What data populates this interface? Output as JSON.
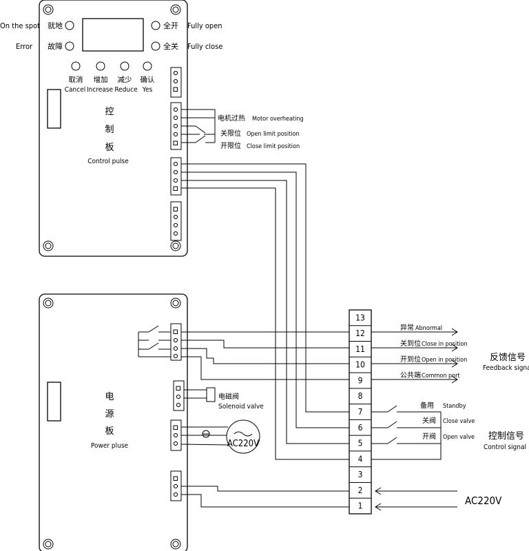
{
  "control_board": {
    "title_cn": [
      "控",
      "制",
      "板"
    ],
    "title_en": "Control pulse",
    "indicators": {
      "on_spot_en": "On the spot",
      "on_spot_cn": "就地",
      "error_en": "Error",
      "error_cn": "故障",
      "fully_open_cn": "全开",
      "fully_open_en": "Fully open",
      "fully_close_cn": "全关",
      "fully_close_en": "Fully close"
    },
    "buttons": [
      {
        "cn": "取消",
        "en": "Cancel"
      },
      {
        "cn": "增加",
        "en": "Increase"
      },
      {
        "cn": "减少",
        "en": "Reduce"
      },
      {
        "cn": "确认",
        "en": "Yes"
      }
    ],
    "inputs": [
      {
        "cn": "电机过热",
        "en": "Motor overheating"
      },
      {
        "cn": "关限位",
        "en": "Open limit position"
      },
      {
        "cn": "开限位",
        "en": "Close limit position"
      }
    ]
  },
  "power_board": {
    "title_cn": [
      "电",
      "源",
      "板"
    ],
    "title_en": "Power pluse",
    "solenoid_cn": "电磁阀",
    "solenoid_en": "Solenoid valve",
    "motor_label": "AC220V"
  },
  "terminal_block": {
    "numbers": [
      "13",
      "12",
      "11",
      "10",
      "9",
      "8",
      "7",
      "6",
      "5",
      "4",
      "3",
      "2",
      "1"
    ]
  },
  "feedback": {
    "signals": [
      {
        "cn": "异常",
        "en": "Abnormal"
      },
      {
        "cn": "关到位",
        "en": "Close in position"
      },
      {
        "cn": "开到位",
        "en": "Open in position"
      },
      {
        "cn": "公共端",
        "en": "Common port"
      }
    ],
    "group_cn": "反馈信号",
    "group_en": "Feedback signal"
  },
  "control": {
    "signals": [
      {
        "cn": "备用",
        "en": "Standby"
      },
      {
        "cn": "关阀",
        "en": "Close valve"
      },
      {
        "cn": "开阀",
        "en": "Open valve"
      }
    ],
    "group_cn": "控制信号",
    "group_en": "Control signal"
  },
  "supply": {
    "label": "AC220V"
  }
}
